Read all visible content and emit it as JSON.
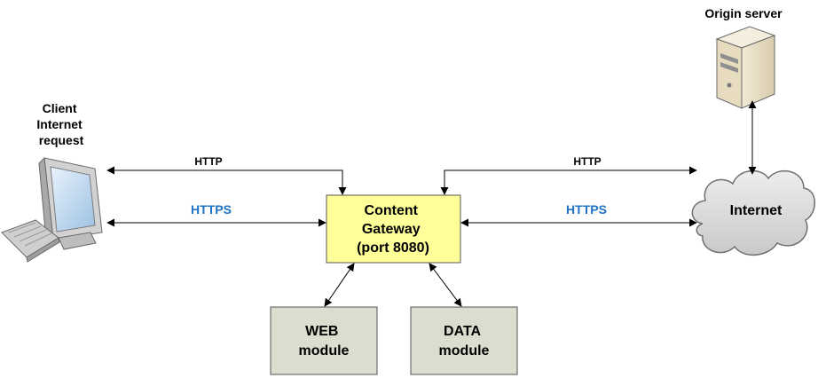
{
  "client": {
    "label_lines": [
      "Client",
      "Internet",
      "request"
    ],
    "icon": "computer-icon"
  },
  "origin": {
    "label": "Origin server",
    "icon": "server-icon"
  },
  "gateway": {
    "lines": [
      "Content",
      "Gateway",
      "(port 8080)"
    ],
    "fill": "#ffff99"
  },
  "internet": {
    "label": "Internet",
    "icon": "cloud-icon"
  },
  "links": {
    "left_http": "HTTP",
    "left_https": "HTTPS",
    "right_http": "HTTP",
    "right_https": "HTTPS"
  },
  "modules": {
    "web": {
      "lines": [
        "WEB",
        "module"
      ]
    },
    "data": {
      "lines": [
        "DATA",
        "module"
      ]
    }
  },
  "colors": {
    "https_label": "#1f72c4",
    "module_fill": "#ddddcf",
    "gateway_fill": "#ffff99"
  }
}
